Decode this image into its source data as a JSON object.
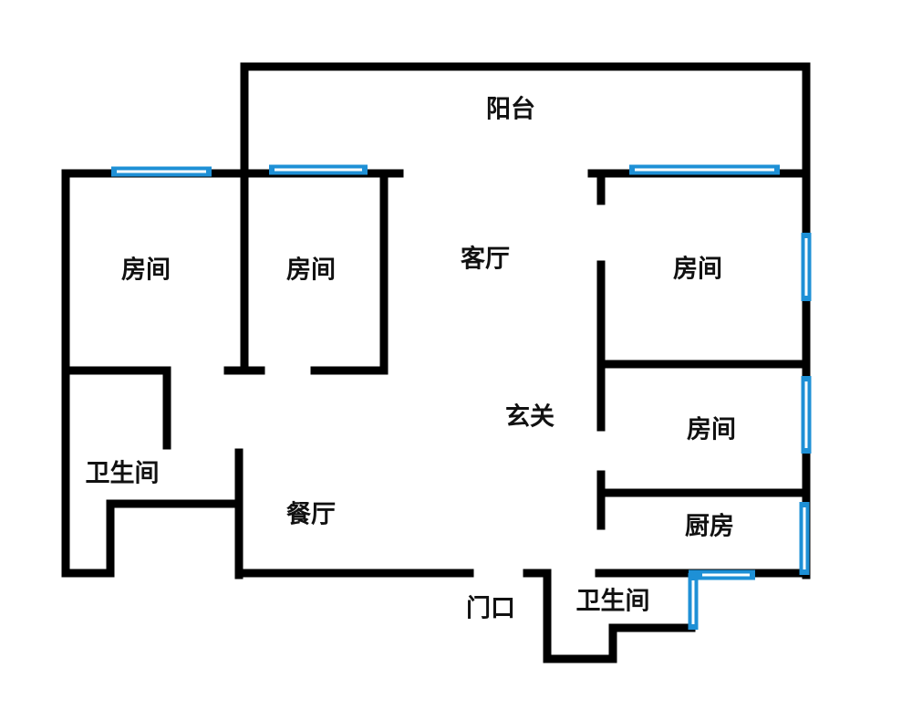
{
  "title": "户型平面图",
  "colors": {
    "wall": "#000000",
    "window": "#1e90d6",
    "background": "#ffffff"
  },
  "rooms": {
    "balcony": "阳台",
    "bedroom_1": "房间",
    "bedroom_2": "房间",
    "living_room": "客厅",
    "bedroom_3": "房间",
    "foyer": "玄关",
    "bedroom_4": "房间",
    "bathroom_1": "卫生间",
    "dining_room": "餐厅",
    "kitchen": "厨房",
    "entrance": "门口",
    "bathroom_2": "卫生间"
  }
}
